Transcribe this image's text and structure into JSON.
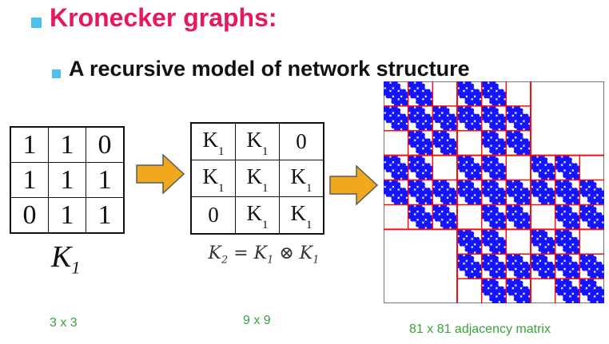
{
  "slide": {
    "heading": "Kronecker graphs:",
    "subheading": "A recursive model of network structure"
  },
  "k1": {
    "rows": [
      [
        "1",
        "1",
        "0"
      ],
      [
        "1",
        "1",
        "1"
      ],
      [
        "0",
        "1",
        "1"
      ]
    ],
    "label_main": "K",
    "label_sub": "1",
    "size_label": "3 x 3"
  },
  "k2": {
    "cells": [
      [
        {
          "k": "K",
          "sub": "1"
        },
        {
          "k": "K",
          "sub": "1"
        },
        {
          "k": "0",
          "sub": ""
        }
      ],
      [
        {
          "k": "K",
          "sub": "1"
        },
        {
          "k": "K",
          "sub": "1"
        },
        {
          "k": "K",
          "sub": "1"
        }
      ],
      [
        {
          "k": "0",
          "sub": ""
        },
        {
          "k": "K",
          "sub": "1"
        },
        {
          "k": "K",
          "sub": "1"
        }
      ]
    ],
    "formula": {
      "lhs": "K",
      "lhs_sub": "2",
      "eq": " = ",
      "a": "K",
      "a_sub": "1",
      "op": " ⊗ ",
      "b": "K",
      "b_sub": "1"
    },
    "size_label": "9 x 9"
  },
  "matrix": {
    "size_label": "81 x 81 adjacency matrix",
    "base_pattern": [
      [
        1,
        1,
        0
      ],
      [
        1,
        1,
        1
      ],
      [
        0,
        1,
        1
      ]
    ],
    "dot_color": "#1414ff",
    "divider_color": "#e11",
    "background": "#ffffff"
  },
  "colors": {
    "heading": "#e6195e",
    "bullet": "#4dc0f0",
    "arrow_fill": "#f0a81e",
    "arrow_stroke": "#5a5a5a",
    "dimension_text": "#3aa23a"
  }
}
